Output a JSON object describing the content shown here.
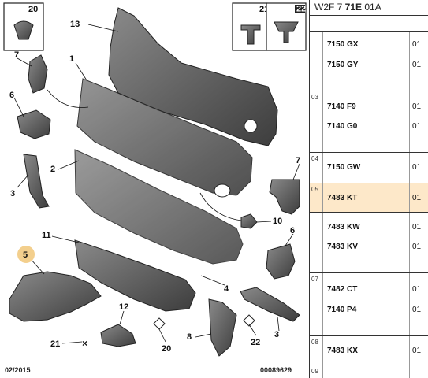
{
  "header": {
    "prefix": "W2F 7 ",
    "bold": "71E",
    "suffix": " 01A"
  },
  "footer": {
    "date": "02/2015",
    "id": "00089629"
  },
  "inset_labels": {
    "a": "20",
    "b": "21",
    "c": "22"
  },
  "callouts": {
    "c13": "13",
    "c1": "1",
    "c7a": "7",
    "c6a": "6",
    "c3a": "3",
    "c2": "2",
    "c7b": "7",
    "c10": "10",
    "c6b": "6",
    "c11": "11",
    "c5": "5",
    "c4": "4",
    "c3b": "3",
    "c12": "12",
    "c21": "21",
    "c20": "20",
    "c8": "8",
    "c22": "22"
  },
  "rows": [
    {
      "group": "",
      "codes": [
        "7150 GX",
        "7150 GY"
      ],
      "qty": [
        "01",
        "01"
      ]
    },
    {
      "group": "03",
      "codes": [
        "7140 F9",
        "7140 G0"
      ],
      "qty": [
        "01",
        "01"
      ]
    },
    {
      "group": "04",
      "codes": [
        "7150 GW"
      ],
      "qty": [
        "01"
      ]
    },
    {
      "group": "05",
      "codes": [
        "7483 KT"
      ],
      "qty": [
        "01"
      ],
      "selected": true
    },
    {
      "group": "",
      "codes": [
        "7483 KW",
        "7483 KV"
      ],
      "qty": [
        "01",
        "01"
      ]
    },
    {
      "group": "07",
      "codes": [
        "7482 CT",
        "7140 P4"
      ],
      "qty": [
        "01",
        "01"
      ]
    },
    {
      "group": "08",
      "codes": [
        "7483 KX"
      ],
      "qty": [
        "01"
      ]
    },
    {
      "group": "09",
      "codes": [],
      "qty": []
    }
  ],
  "colors": {
    "highlight_row": "#fde8c9",
    "highlight_circle": "#f3cf8d",
    "part_fill": "#5d5d5d"
  }
}
